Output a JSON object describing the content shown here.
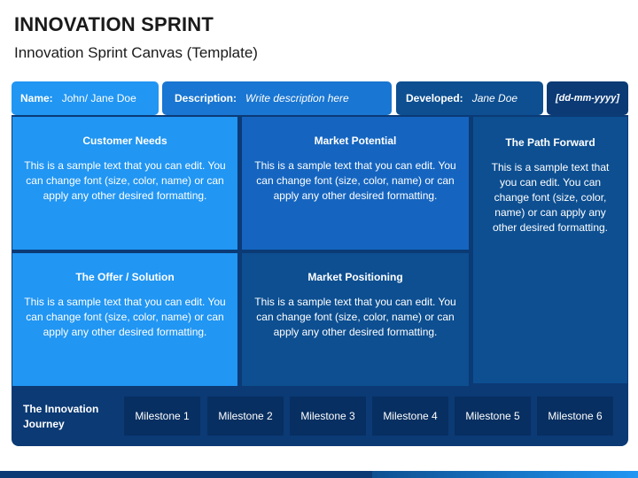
{
  "page": {
    "title": "INNOVATION SPRINT",
    "subtitle": "Innovation Sprint Canvas (Template)"
  },
  "header": {
    "name_label": "Name:",
    "name_value": "John/ Jane Doe",
    "description_label": "Description:",
    "description_value": "Write description here",
    "developed_label": "Developed:",
    "developed_value": "Jane Doe",
    "date_value": "[dd-mm-yyyy]"
  },
  "cells": [
    {
      "title": "Customer Needs",
      "body": "This is a sample text that you can edit. You can change font (size, color, name) or can apply any other desired formatting."
    },
    {
      "title": "Market Potential",
      "body": "This is a sample text that you can edit. You can change font (size, color, name) or can apply any other desired formatting."
    },
    {
      "title": "The Path Forward",
      "body": "This is a sample text that you can edit. You can change font (size, color, name) or can apply any other desired formatting."
    },
    {
      "title": "The Offer / Solution",
      "body": "This is a sample text that you can edit. You can change font (size, color, name) or can apply any other desired formatting."
    },
    {
      "title": "Market Positioning",
      "body": "This is a sample text that you can edit. You can change font (size, color, name) or can apply any other desired formatting."
    }
  ],
  "journey": {
    "label_line1": "The Innovation",
    "label_line2": "Journey",
    "milestones": [
      "Milestone 1",
      "Milestone 2",
      "Milestone 3",
      "Milestone 4",
      "Milestone 5",
      "Milestone 6"
    ]
  },
  "colors": {
    "light_blue": "#2196f3",
    "mid_blue": "#1565c0",
    "dark_blue": "#0d4f91",
    "navy": "#0b3a75",
    "milestone_box": "#082f61"
  }
}
